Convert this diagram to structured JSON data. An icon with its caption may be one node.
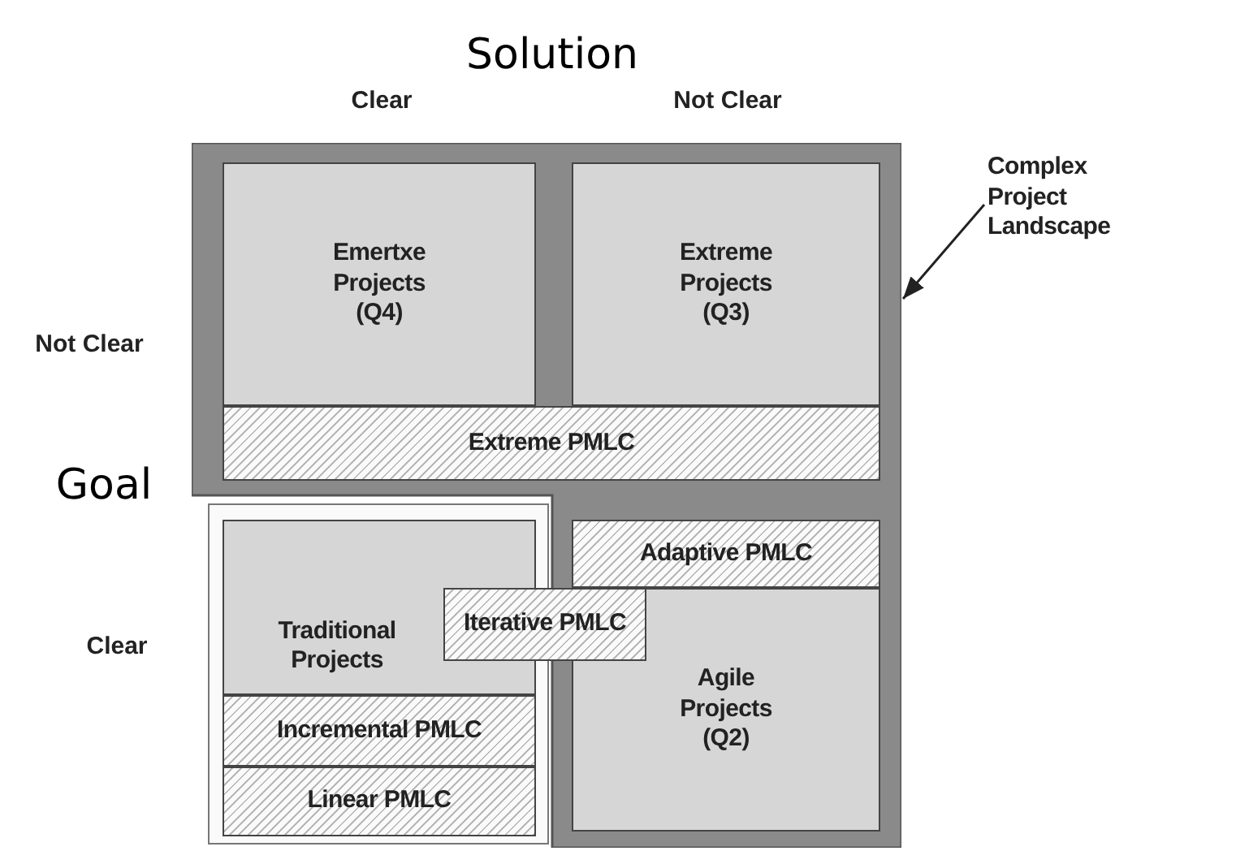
{
  "diagram": {
    "nodes": [
      {
        "text": [],
        "shape": "box"
      },
      {
        "text": [
          "Emertxe Projects (Q4)"
        ],
        "in": 0
      },
      {
        "text": [
          "Extreme Projects (Q3)"
        ],
        "in": 0
      },
      {
        "text": [
          "Extreme PMLC"
        ],
        "in": 0
      },
      {
        "text": [
          "Traditional Projects"
        ]
      },
      {
        "text": [
          "Incremental PMLC"
        ]
      },
      {
        "text": [
          "Linear PMLC"
        ]
      },
      {
        "text": [
          "Iterative PMLC"
        ]
      },
      {
        "text": [
          "Adaptive PMLC"
        ],
        "in": 0
      },
      {
        "text": [
          "Agile Projects (Q2)"
        ],
        "in": 0
      },
      {
        "text": [
          "Complex Project Landscape"
        ]
      }
    ],
    "edges": [
      {
        "from": 10,
        "to": 0,
        "arrow": "to"
      }
    ],
    "labels": [
      "Solution",
      "Clear",
      "Not Clear",
      "Not Clear",
      "Goal",
      "Clear"
    ]
  }
}
